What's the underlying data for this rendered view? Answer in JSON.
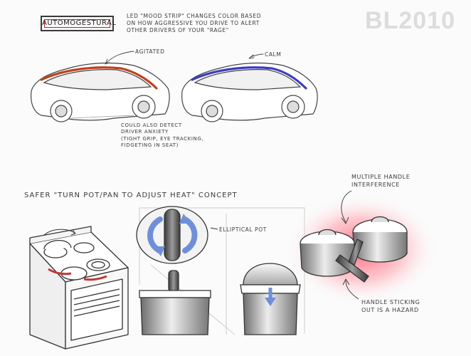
{
  "watermark": "BL2010",
  "title": "AUTOMOGESTURAL",
  "top_note": [
    "LED \"MOOD STRIP\" CHANGES COLOR BASED",
    "ON HOW AGGRESSIVE YOU DRIVE TO ALERT",
    "OTHER DRIVERS OF YOUR \"RAGE\""
  ],
  "car_left_label": "AGITATED",
  "car_right_label": "CALM",
  "detect_note": [
    "COULD ALSO DETECT",
    "DRIVER ANXIETY",
    "(TIGHT GRIP, EYE TRACKING,",
    "FIDGETING IN SEAT)"
  ],
  "concept_title": "SAFER \"TURN POT/PAN TO ADJUST HEAT\" CONCEPT",
  "elliptical_label": "ELLIPTICAL POT",
  "handle_top_note": [
    "MULTIPLE HANDLE",
    "INTERFERENCE"
  ],
  "handle_bottom_note": [
    "HANDLE STICKING",
    "OUT IS A HAZARD"
  ],
  "colors": {
    "agitated": "#c0401e",
    "calm": "#3d3cc0",
    "glow": "#ff5a6e",
    "arrow": "#6f8fd8"
  }
}
